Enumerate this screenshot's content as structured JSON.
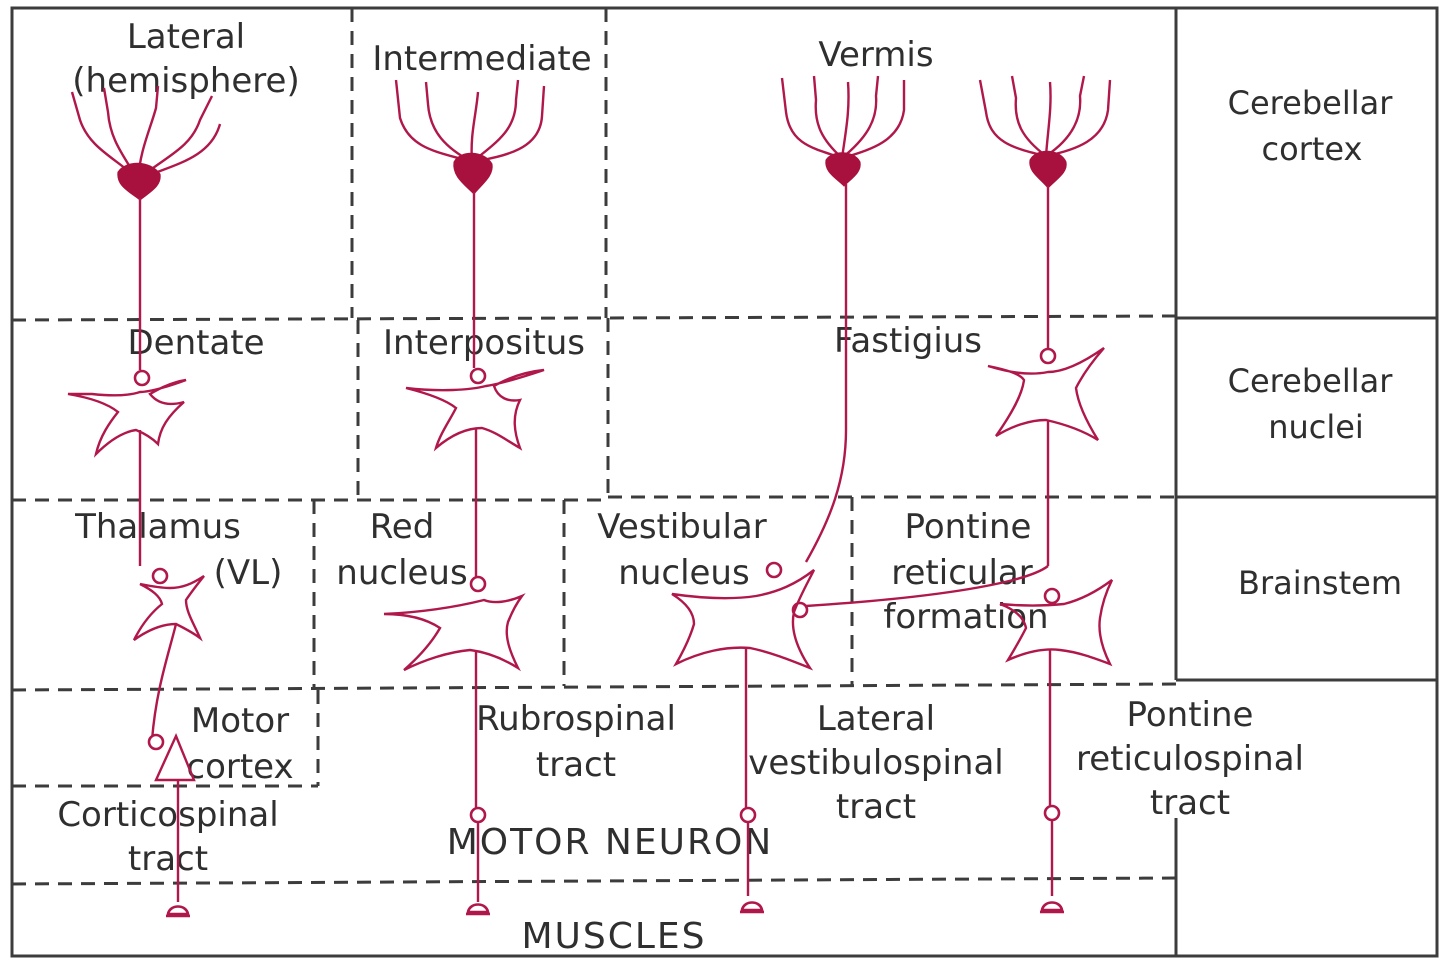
{
  "columns": {
    "lateral": "Lateral",
    "lateral_sub": "(hemisphere)",
    "intermediate": "Intermediate",
    "vermis": "Vermis"
  },
  "levels": {
    "cerebellar_cortex_1": "Cerebellar",
    "cerebellar_cortex_2": "cortex",
    "cerebellar_nuclei_1": "Cerebellar",
    "cerebellar_nuclei_2": "nuclei",
    "brainstem": "Brainstem"
  },
  "nuclei": {
    "dentate": "Dentate",
    "interpositus": "Interpositus",
    "fastigius": "Fastigius"
  },
  "brainstem": {
    "thalamus": "Thalamus",
    "thalamus_vl": "(VL)",
    "red_1": "Red",
    "red_2": "nucleus",
    "vestibular_1": "Vestibular",
    "vestibular_2": "nucleus",
    "pontine_1": "Pontine",
    "pontine_2": "reticular",
    "pontine_3": "formation"
  },
  "motor_cortex": {
    "line1": "Motor",
    "line2": "cortex"
  },
  "tracts": {
    "corticospinal_1": "Corticospinal",
    "corticospinal_2": "tract",
    "rubrospinal_1": "Rubrospinal",
    "rubrospinal_2": "tract",
    "lat_vest_1": "Lateral",
    "lat_vest_2": "vestibulospinal",
    "lat_vest_3": "tract",
    "pont_ret_1": "Pontine",
    "pont_ret_2": "reticulospinal",
    "pont_ret_3": "tract"
  },
  "motor_neuron": "MOTOR NEURON",
  "muscles": "MUSCLES",
  "colors": {
    "neuron": "#b0174a",
    "soma": "#a8103e",
    "lines": "#3c3c3c",
    "text": "#2f2f2f"
  }
}
